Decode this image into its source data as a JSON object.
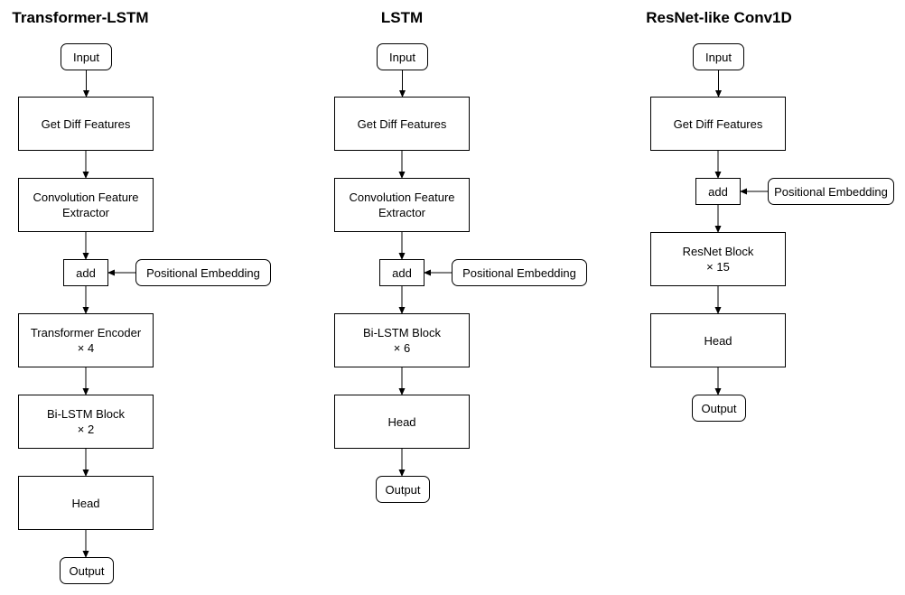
{
  "diagrams": [
    {
      "title": "Transformer-LSTM",
      "nodes": [
        {
          "name": "input-node",
          "text": "Input"
        },
        {
          "name": "get-diff-features-node",
          "text": "Get Diff Features"
        },
        {
          "name": "convolution-feature-extractor-node",
          "text": "Convolution Feature\nExtractor"
        },
        {
          "name": "add-node",
          "text": "add"
        },
        {
          "name": "positional-embedding-node",
          "text": "Positional Embedding"
        },
        {
          "name": "transformer-encoder-node",
          "text": "Transformer Encoder\n× 4"
        },
        {
          "name": "bi-lstm-block-node",
          "text": "Bi-LSTM Block\n× 2"
        },
        {
          "name": "head-node",
          "text": "Head"
        },
        {
          "name": "output-node",
          "text": "Output"
        }
      ]
    },
    {
      "title": "LSTM",
      "nodes": [
        {
          "name": "input-node",
          "text": "Input"
        },
        {
          "name": "get-diff-features-node",
          "text": "Get Diff Features"
        },
        {
          "name": "convolution-feature-extractor-node",
          "text": "Convolution Feature\nExtractor"
        },
        {
          "name": "add-node",
          "text": "add"
        },
        {
          "name": "positional-embedding-node",
          "text": "Positional Embedding"
        },
        {
          "name": "bi-lstm-block-node",
          "text": "Bi-LSTM Block\n× 6"
        },
        {
          "name": "head-node",
          "text": "Head"
        },
        {
          "name": "output-node",
          "text": "Output"
        }
      ]
    },
    {
      "title": "ResNet-like Conv1D",
      "nodes": [
        {
          "name": "input-node",
          "text": "Input"
        },
        {
          "name": "get-diff-features-node",
          "text": "Get Diff Features"
        },
        {
          "name": "add-node",
          "text": "add"
        },
        {
          "name": "positional-embedding-node",
          "text": "Positional Embedding"
        },
        {
          "name": "resnet-block-node",
          "text": "ResNet Block\n× 15"
        },
        {
          "name": "head-node",
          "text": "Head"
        },
        {
          "name": "output-node",
          "text": "Output"
        }
      ]
    }
  ]
}
